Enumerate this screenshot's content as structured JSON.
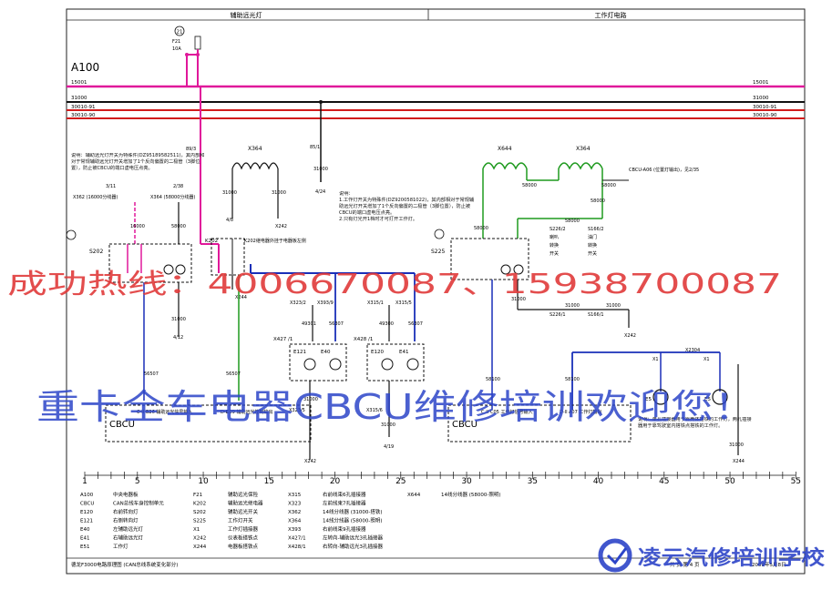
{
  "header": {
    "left_title": "辅助远光灯",
    "right_title": "工作灯电路"
  },
  "module_a100": "A100",
  "fuse": {
    "circle_label": "21",
    "name": "F21",
    "rating": "10A"
  },
  "buses": [
    {
      "name": "15001",
      "color": "#e0189a"
    },
    {
      "name": "31000",
      "color": "#111111"
    },
    {
      "name": "30010-91",
      "color": "#d11a1a"
    },
    {
      "name": "30010-90",
      "color": "#d11a1a"
    }
  ],
  "connectors": {
    "x364_left": "X364",
    "x644": "X644",
    "x364_right": "X364",
    "x362_note": "X362 (16000分线器)",
    "x364_note": "X364 (58000分线器)",
    "k202": "K202",
    "k202_note": "K202继电器外挂于电器板左侧",
    "s202": "S202",
    "s225": "S225",
    "x427": "X427 /1",
    "x428": "X428 /1",
    "x244": "X244",
    "x242": "X242",
    "cbcu_a06": "CBCU-A06 (位置灯输出)，见2/35",
    "x2304": "X2304"
  },
  "pins": {
    "p89_3": "89/3",
    "p85_1": "85/1",
    "p3_11": "3/11",
    "p2_38": "2/38",
    "p4_8": "4/8",
    "p4_24": "4/24",
    "p4_12": "4/12",
    "p4_19": "4/19",
    "p_x323_2": "X323/2",
    "p_x393_9": "X393/9",
    "p_x315_1": "X315/1",
    "p_x315_5": "X315/5",
    "p_x323_5": "X323/5",
    "p_x315_6": "X315/6",
    "p_s226_2": "S226/2",
    "p_s166_2": "S166/2",
    "p_s226_1": "S226/1",
    "p_s166_1": "S166/1"
  },
  "wires": {
    "w16000": "16000",
    "w58000": "58000",
    "w31000": "31000",
    "w49301": "49301",
    "w56307": "56307",
    "w49300": "49300",
    "w56507": "56507",
    "w58100": "58100"
  },
  "notes": {
    "note1": "说明：辅助远光灯开关为特殊件(DZ95189582511)，其内部和对于常规辅助远光灯开关增加了1个反向偏置的二极管（3脚位置），防止被CBCU的端口虚电压点亮。",
    "note2": "说明：\n1.工作灯开关为特殊件(DZ9200581022)，其内部相对于常规辅助远光灯开关增加了1个反向偏置的二极管（3脚位置），防止被CBCU的端口虚电压点亮。\n2.只有灯光开1档时才可打开工作灯。",
    "note3": "说明：单孔插接器用于靠壳体搭铁的工作灯，两孔插接器用于靠驾驶室内搭铁点搭铁的工作灯。",
    "switch_labels": [
      "喇叭",
      "转换",
      "开关",
      "油门",
      "转换",
      "开关"
    ]
  },
  "lamps": {
    "e121": "E121",
    "e40": "E40",
    "e120": "E120",
    "e41": "E41",
    "e5": "E5",
    "x1": "X1"
  },
  "cbcu": {
    "label": "CBCU",
    "in_b26": "B26  辅助远光信号输入",
    "in_c09": "C09  辅助远光控制输出",
    "in_c05": "C05  工作灯信号输入",
    "in_a07": "A07  工作灯输出",
    "pin_c_left": "C-II",
    "pin_d_left": "D-II",
    "pin_c_right": "C-II",
    "pin_d_right": "D-II"
  },
  "ruler": [
    "1",
    "5",
    "10",
    "15",
    "20",
    "25",
    "30",
    "35",
    "40",
    "45",
    "50",
    "55"
  ],
  "legend": [
    {
      "code": "A100",
      "desc": "中央电器板"
    },
    {
      "code": "CBCU",
      "desc": "CAN总线车身控制单元"
    },
    {
      "code": "E120",
      "desc": "右前转向灯"
    },
    {
      "code": "E121",
      "desc": "右侧转向灯"
    },
    {
      "code": "E40",
      "desc": "左辅助远光灯"
    },
    {
      "code": "E41",
      "desc": "右辅助远光灯"
    },
    {
      "code": "E51",
      "desc": "工作灯"
    },
    {
      "code": "F21",
      "desc": "辅助远光保险"
    },
    {
      "code": "K202",
      "desc": "辅助远光继电器"
    },
    {
      "code": "S202",
      "desc": "辅助远光开关"
    },
    {
      "code": "S225",
      "desc": "工作灯开关"
    },
    {
      "code": "X1",
      "desc": "工作灯插接器"
    },
    {
      "code": "X242",
      "desc": "仪表板搭铁点"
    },
    {
      "code": "X244",
      "desc": "电器板搭铁点"
    },
    {
      "code": "X315",
      "desc": "右前线束6孔插接器"
    },
    {
      "code": "X323",
      "desc": "左前线束7孔插接器"
    },
    {
      "code": "X362",
      "desc": "14线分线器 (31000-搭铁)"
    },
    {
      "code": "X364",
      "desc": "14线分线器 (58000-照明)"
    },
    {
      "code": "X393",
      "desc": "右前线束9孔插接器"
    },
    {
      "code": "X427/1",
      "desc": "左转向-辅助远光3孔插接器"
    },
    {
      "code": "X428/1",
      "desc": "右转向-辅助远光3孔插接器"
    },
    {
      "code": "X644",
      "desc": "14线分线器 (58000-照明)"
    }
  ],
  "footer": {
    "title": "德龙F3000电路原理图 (CAN总线系统变化部分)",
    "page": "共   页   第  4  页",
    "date": "2009年5月8日"
  },
  "watermarks": {
    "hotline": "成功热线：4006670087、15938700087",
    "welcome": "重卡全车电器CBCU维修培训欢迎您！",
    "brand": "凌云汽修培训学校"
  },
  "colors": {
    "pink": "#e0189a",
    "red": "#d11a1a",
    "blue": "#1a2fb8",
    "green": "#1f9a1f",
    "black": "#111111",
    "watermark_red": "#e03a3a",
    "watermark_blue": "#2c44c8"
  }
}
